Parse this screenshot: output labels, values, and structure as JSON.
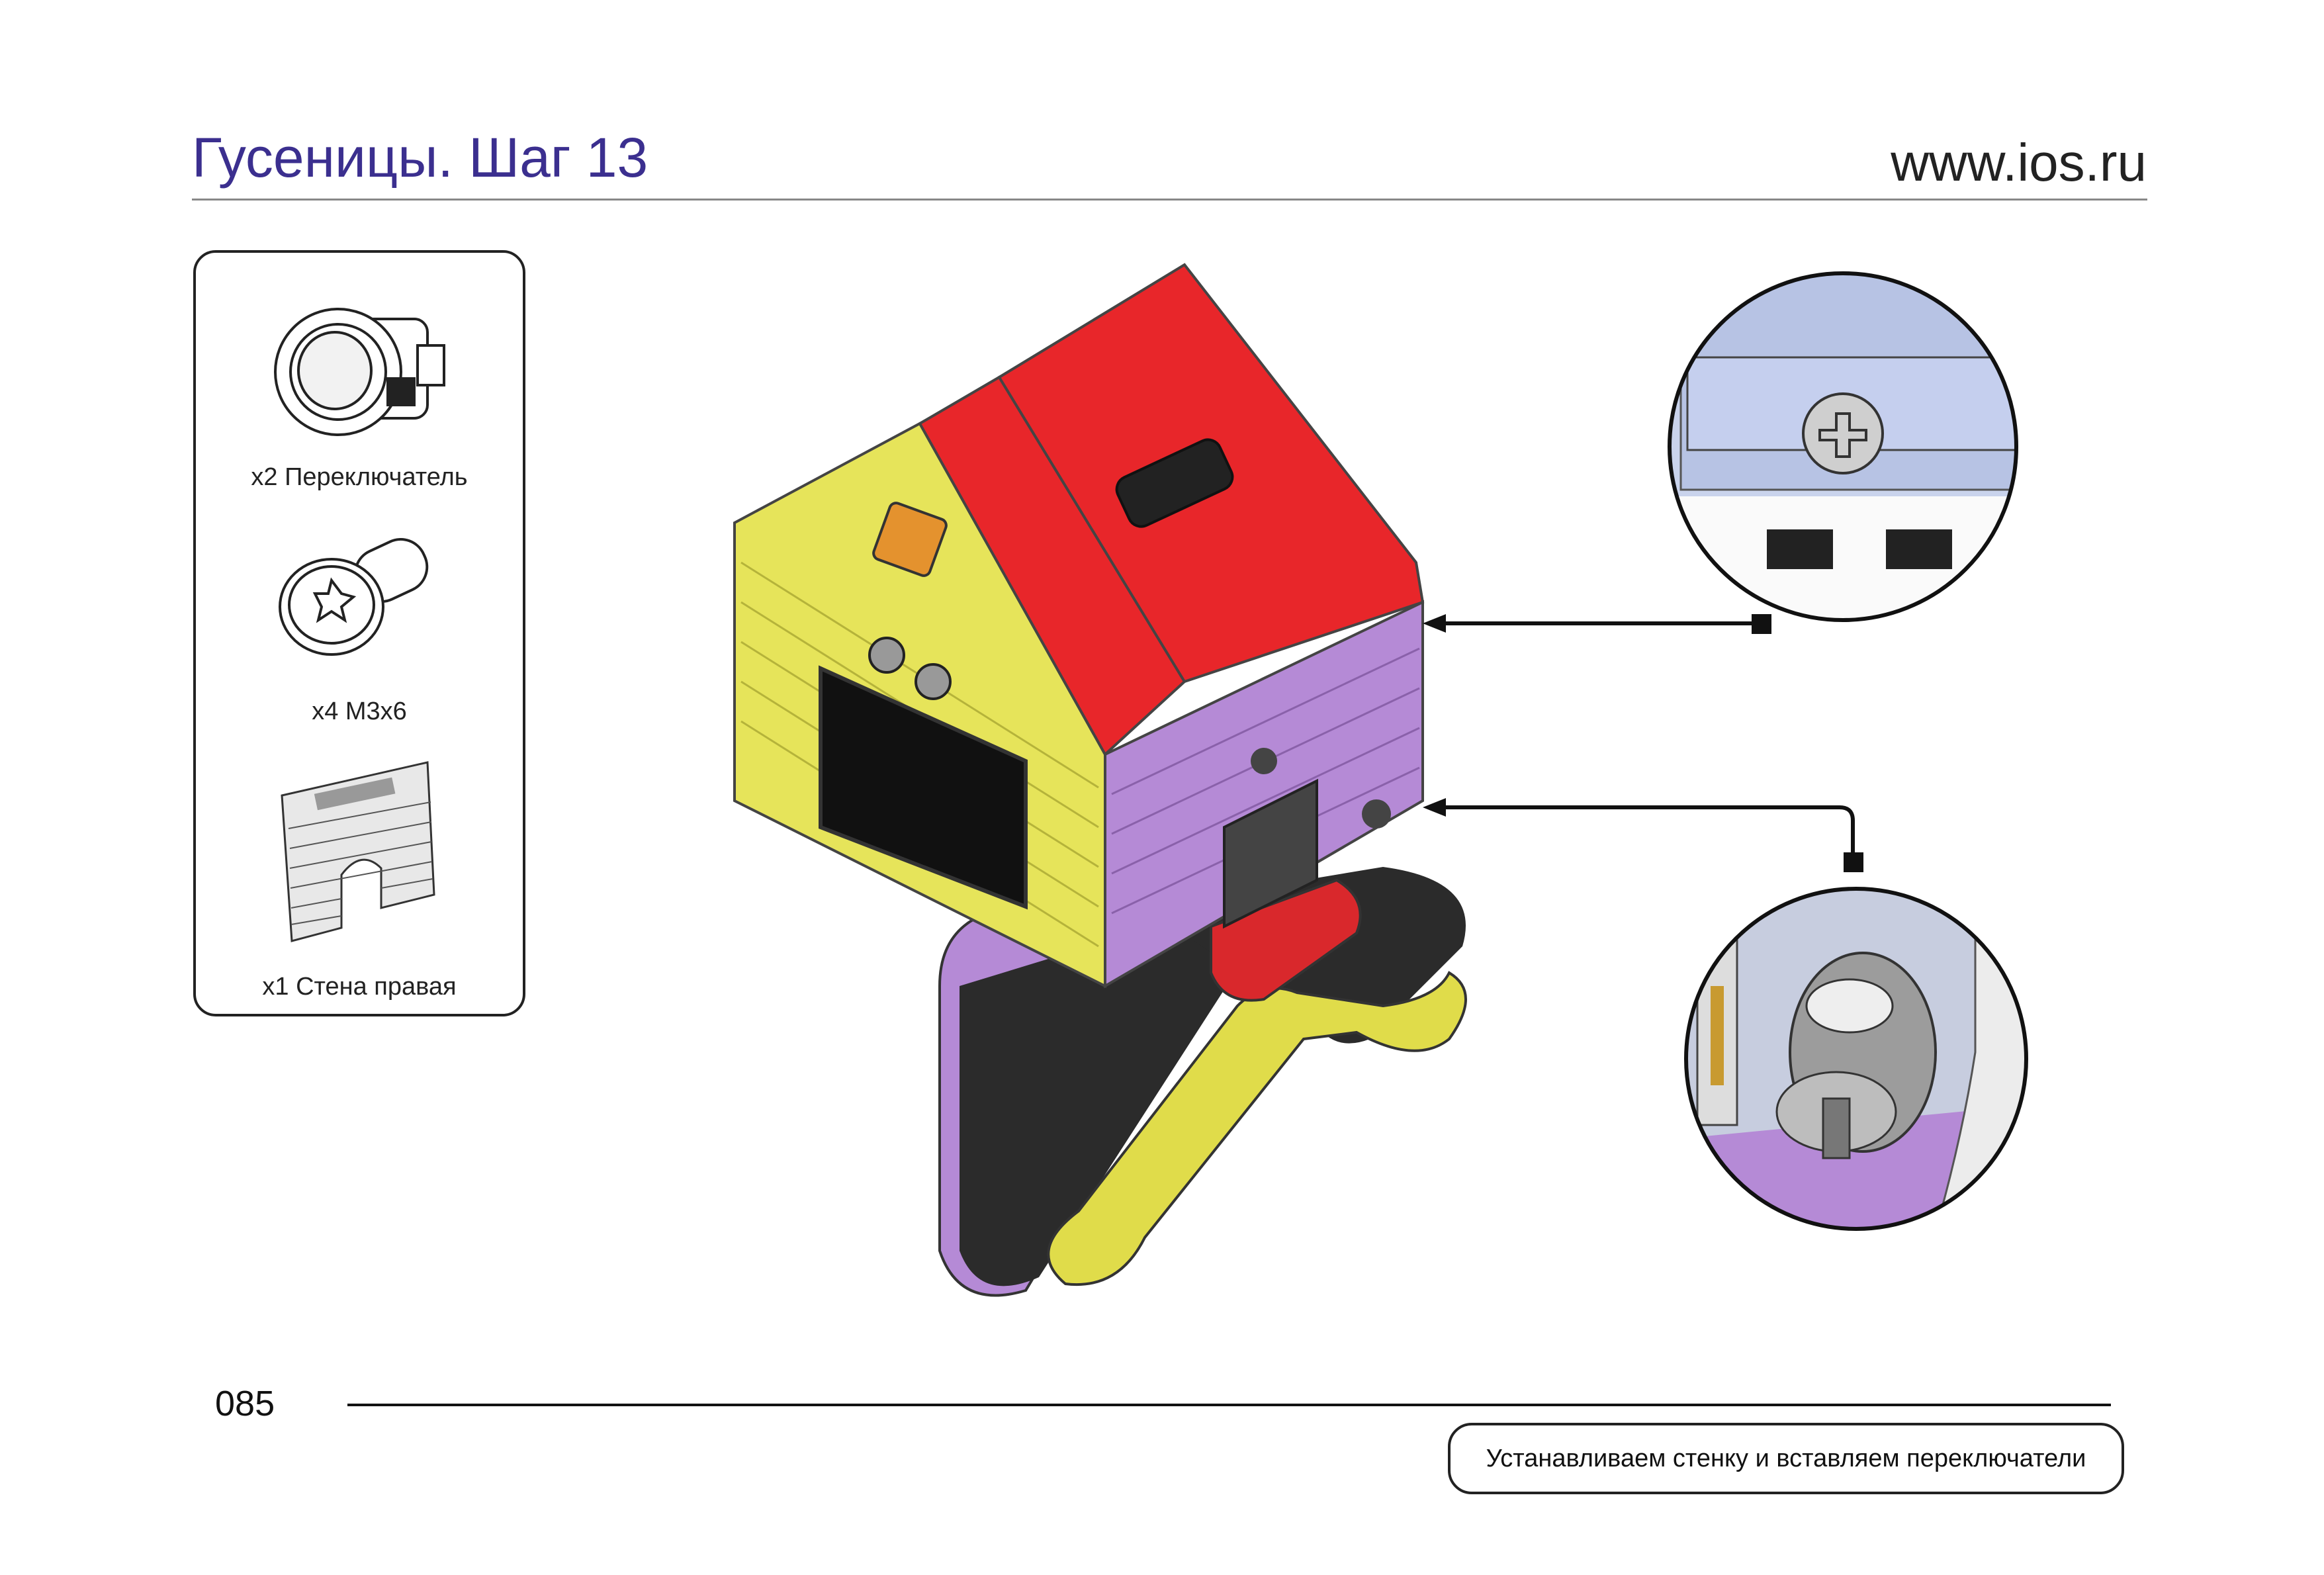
{
  "header": {
    "title": "Гусеницы. Шаг 13",
    "website": "www.ios.ru"
  },
  "parts": [
    {
      "label": "x2 Переключатель",
      "icon": "switch-icon"
    },
    {
      "label": "x4 M3x6",
      "icon": "screw-icon"
    },
    {
      "label": "x1 Стена правая",
      "icon": "wall-panel-icon"
    }
  ],
  "footer": {
    "page_number": "085",
    "caption": "Устанавливаем стенку и вставляем переключатели"
  },
  "colors": {
    "title": "#3b2f8f",
    "roof": "#e8262a",
    "front_wall": "#e6e45a",
    "side_wall": "#b58ad6",
    "frame_yellow": "#d8d84a",
    "track": "#2b2b2b"
  }
}
